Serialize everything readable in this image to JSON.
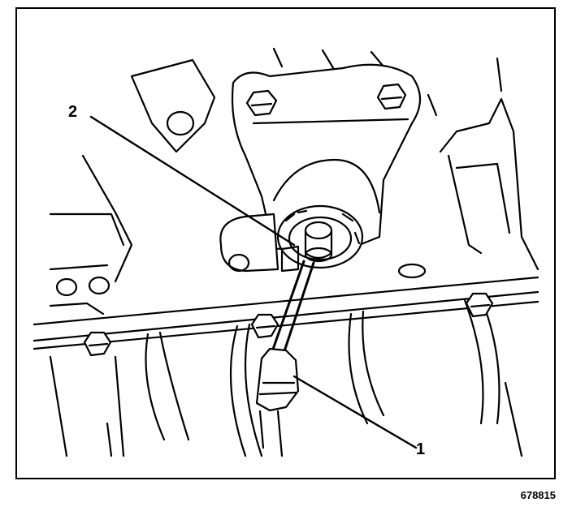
{
  "callouts": [
    {
      "id": "1",
      "label": "1"
    },
    {
      "id": "2",
      "label": "2"
    }
  ],
  "figure_id": "678815",
  "colors": {
    "ink": "#000000",
    "paper": "#ffffff"
  }
}
